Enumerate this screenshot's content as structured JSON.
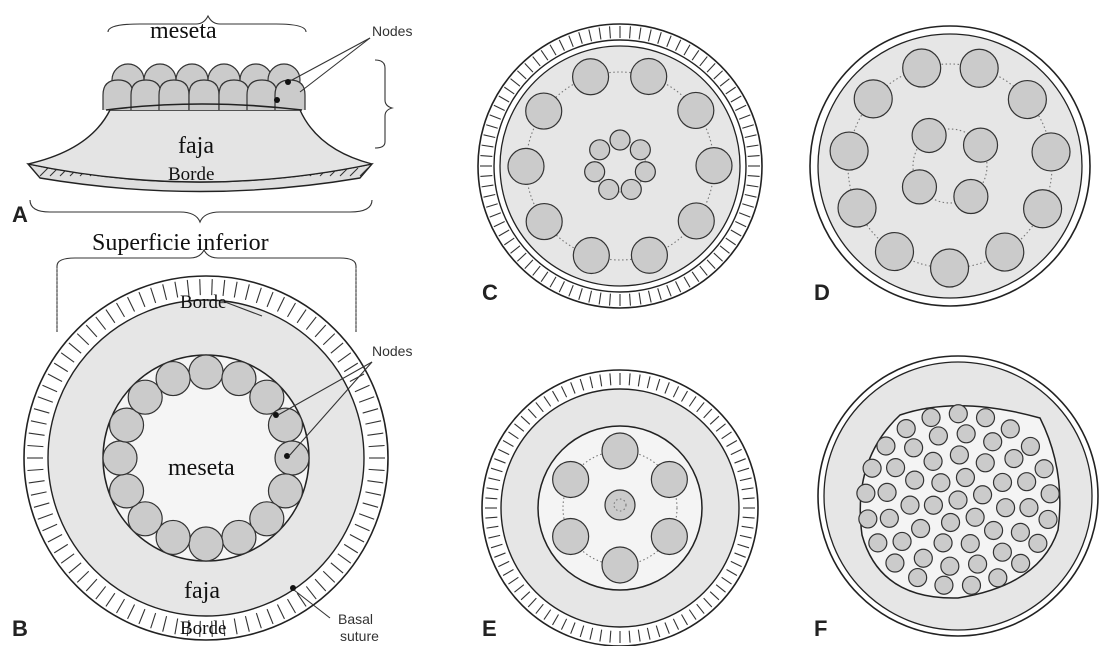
{
  "labels": {
    "meseta_top": "meseta",
    "nodes_a": "Nodes",
    "faja_a": "faja",
    "borde_a": "Borde",
    "superficie": "Superficie inferior",
    "borde_b_top": "Borde",
    "nodes_b": "Nodes",
    "meseta_b": "meseta",
    "faja_b": "faja",
    "basal_suture_1": "Basal",
    "basal_suture_2": "suture",
    "borde_b_bottom": "Borde"
  },
  "panels": {
    "a": "A",
    "b": "B",
    "c": "C",
    "d": "D",
    "e": "E",
    "f": "F"
  },
  "colors": {
    "node_fill": "#cbcbcb",
    "band_fill": "#e6e6e6",
    "outline": "#222222"
  }
}
